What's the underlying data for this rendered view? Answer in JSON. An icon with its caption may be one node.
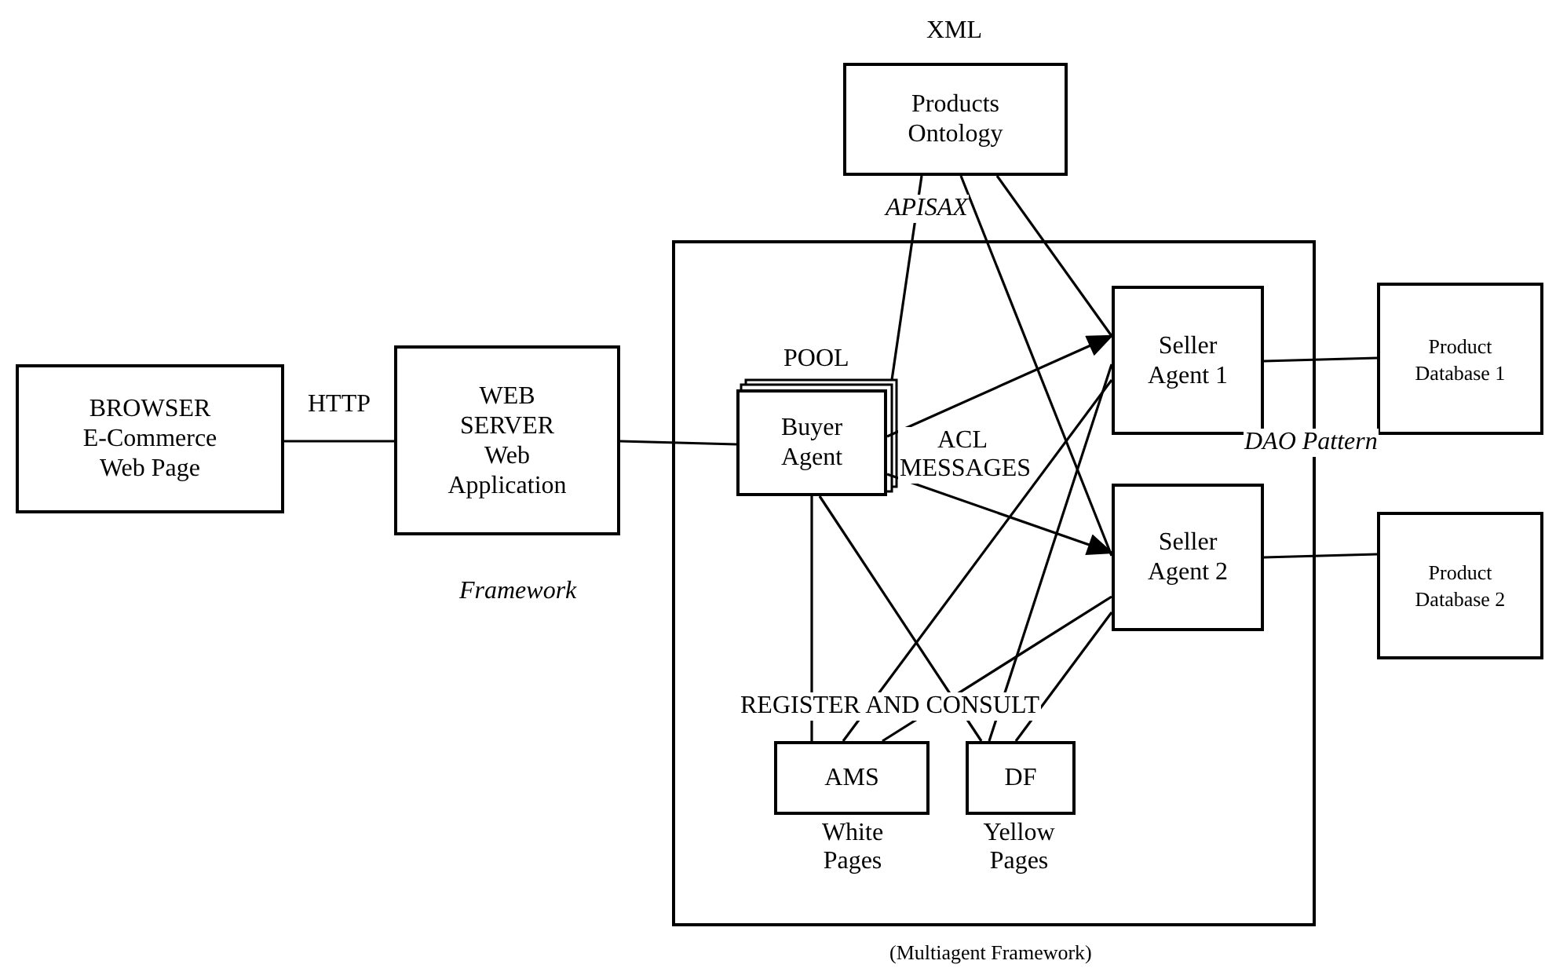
{
  "diagram": {
    "nodes": [
      {
        "text": [
          "BROWSER",
          "E-Commerce Web Page"
        ]
      },
      {
        "text": [
          "WEB SERVER",
          "Web Application"
        ],
        "beside": [
          "Framework"
        ]
      },
      {
        "text": [
          "Products Ontology"
        ],
        "beside": [
          "XML"
        ]
      },
      {
        "text": [],
        "shape": "box"
      },
      {
        "text": [
          "Buyer Agent"
        ],
        "in": 3,
        "beside": [
          "POOL"
        ]
      },
      {
        "text": [
          "Seller Agent 1"
        ],
        "in": 3
      },
      {
        "text": [
          "Seller Agent 2"
        ],
        "in": 3
      },
      {
        "text": [
          "AMS"
        ],
        "in": 3,
        "beside": [
          "White Pages"
        ]
      },
      {
        "text": [
          "DF"
        ],
        "in": 3,
        "beside": [
          "Yellow Pages"
        ]
      },
      {
        "text": [
          "Product Database 1"
        ]
      },
      {
        "text": [
          "Product Database 2"
        ]
      }
    ],
    "edges": [
      {
        "from": 0,
        "to": 1,
        "arrow": "none",
        "label": "HTTP"
      },
      {
        "from": 1,
        "to": 4,
        "arrow": "none"
      },
      {
        "from": 2,
        "to": 4,
        "arrow": "none"
      },
      {
        "from": 2,
        "to": 6,
        "arrow": "none"
      },
      {
        "from": 2,
        "to": 5,
        "arrow": "none"
      },
      {
        "from": 4,
        "to": 5,
        "arrow": "to"
      },
      {
        "from": 4,
        "to": 6,
        "arrow": "to"
      },
      {
        "from": 4,
        "to": 7,
        "arrow": "none"
      },
      {
        "from": 4,
        "to": 8,
        "arrow": "none"
      },
      {
        "from": 5,
        "to": 7,
        "arrow": "none"
      },
      {
        "from": 5,
        "to": 8,
        "arrow": "none"
      },
      {
        "from": 6,
        "to": 7,
        "arrow": "none"
      },
      {
        "from": 6,
        "to": 8,
        "arrow": "none"
      },
      {
        "from": 5,
        "to": 9,
        "arrow": "none"
      },
      {
        "from": 6,
        "to": 10,
        "arrow": "none"
      }
    ],
    "labels": [
      "APISAX",
      "ACL MESSAGES",
      "DAO Pattern",
      "REGISTER AND CONSULT",
      "(Multiagent Framework)"
    ]
  }
}
